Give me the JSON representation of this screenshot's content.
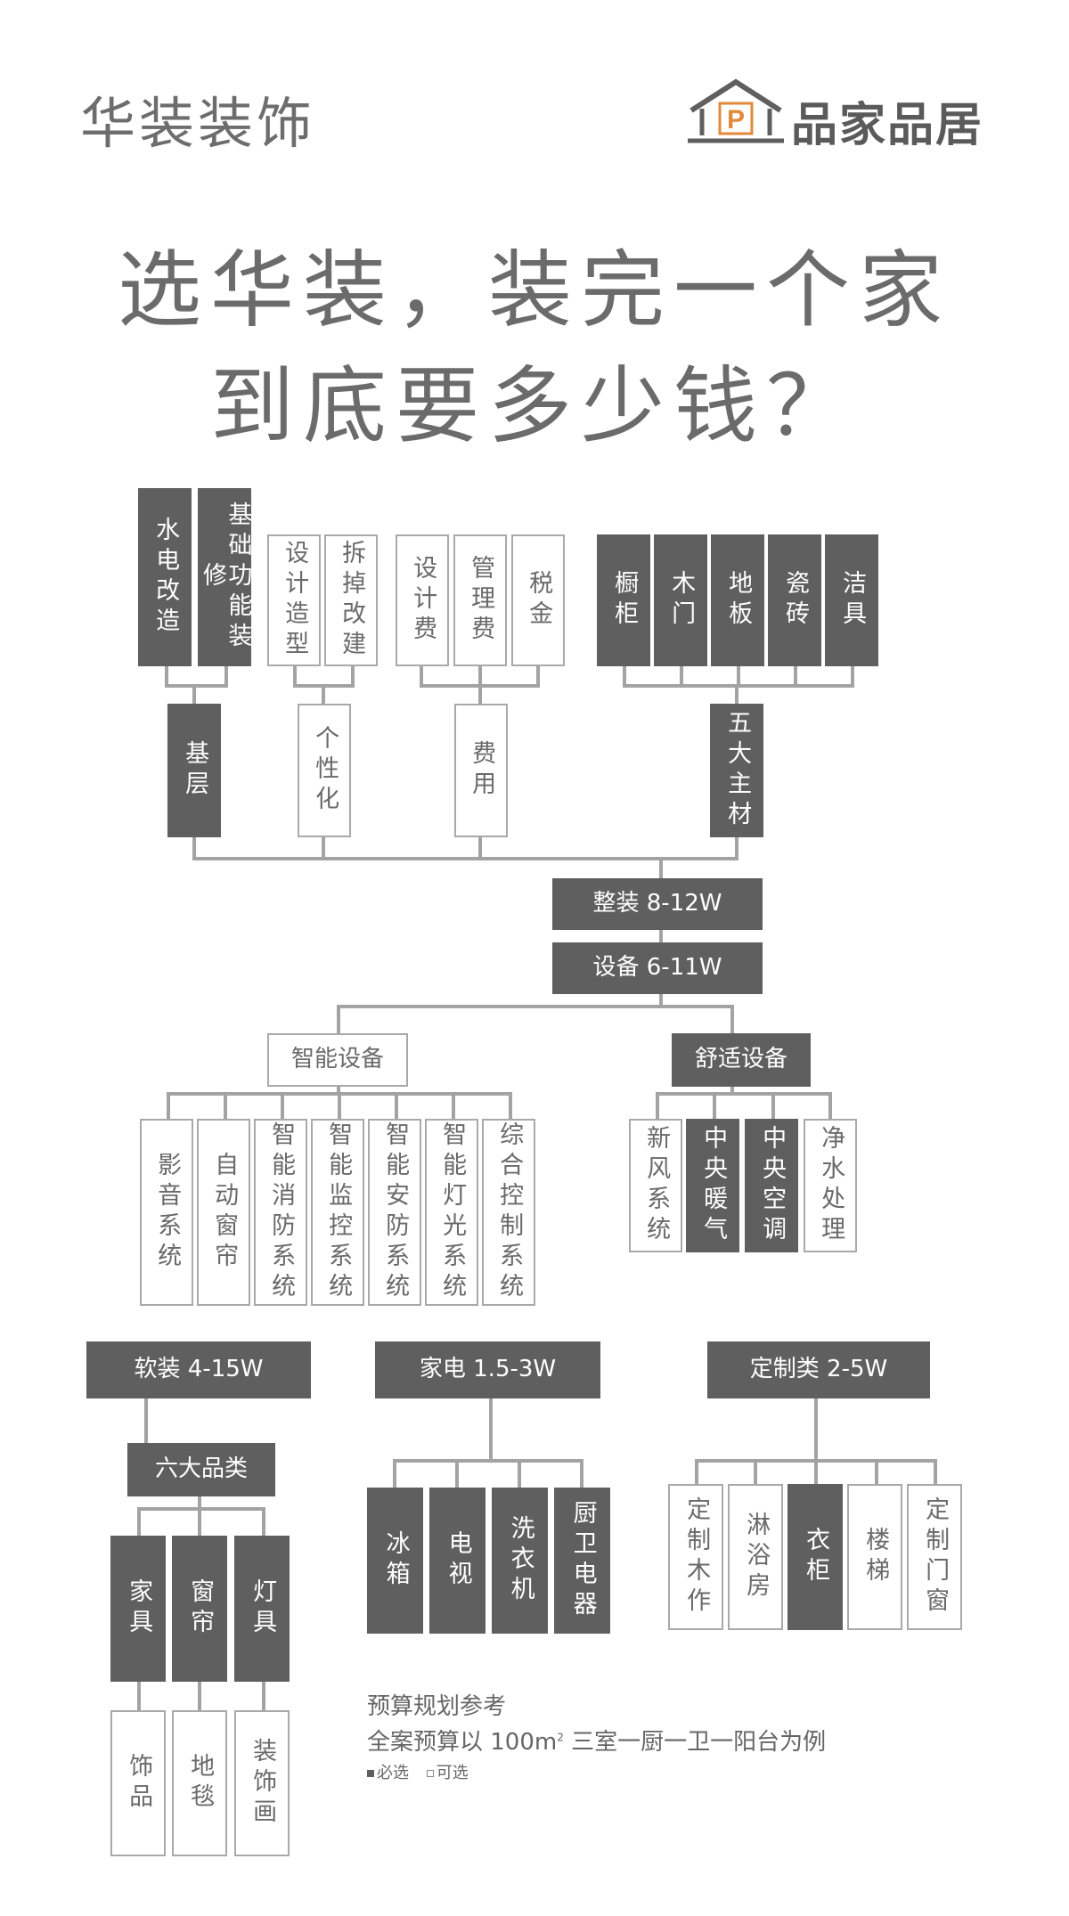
{
  "brand": {
    "left": "华装装饰",
    "right": "品家品居",
    "right_logo_letter": "P",
    "accent": "#e2893a"
  },
  "title": {
    "line1": "选华装，装完一个家",
    "line2": "到底要多少钱？"
  },
  "tree": {
    "group_base": {
      "label": "基层",
      "children": [
        "水电改造",
        "基础功能装修"
      ]
    },
    "group_personal": {
      "label": "个性化",
      "children": [
        "设计造型",
        "拆掉改建"
      ]
    },
    "group_fee": {
      "label": "费用",
      "children": [
        "设计费",
        "管理费",
        "税金"
      ]
    },
    "group_main": {
      "label": "五大主材",
      "children": [
        "橱柜",
        "木门",
        "地板",
        "瓷砖",
        "洁具"
      ]
    },
    "whole": "整装 8-12W",
    "equipment": "设备 6-11W",
    "smart": {
      "label": "智能设备",
      "children": [
        "影音系统",
        "自动窗帘",
        "智能消防系统",
        "智能监控系统",
        "智能安防系统",
        "智能灯光系统",
        "综合控制系统"
      ]
    },
    "comfort": {
      "label": "舒适设备",
      "children": [
        "新风系统",
        "中央暖气",
        "中央空调",
        "净水处理"
      ]
    },
    "soft": {
      "label": "软装 4-15W",
      "six": "六大品类",
      "required": [
        "家具",
        "窗帘",
        "灯具"
      ],
      "optional": [
        "饰品",
        "地毯",
        "装饰画"
      ]
    },
    "appliance": {
      "label": "家电 1.5-3W",
      "children": [
        "冰箱",
        "电视",
        "洗衣机",
        "厨卫电器"
      ]
    },
    "custom": {
      "label": "定制类 2-5W",
      "children": [
        "定制木作",
        "淋浴房",
        "衣柜",
        "楼梯",
        "定制门窗"
      ]
    }
  },
  "note": {
    "title": "预算规划参考",
    "sub_prefix": "全案预算以 100m",
    "sub_sup": "2",
    "sub_suffix": " 三室一厨一卫一阳台为例",
    "legend_required": "必选",
    "legend_optional": "可选"
  },
  "colors": {
    "dark_box": "#5f5f5f",
    "light_border": "#a9a9a9",
    "wire": "#a3a3a3",
    "title": "#6b6b6b"
  }
}
